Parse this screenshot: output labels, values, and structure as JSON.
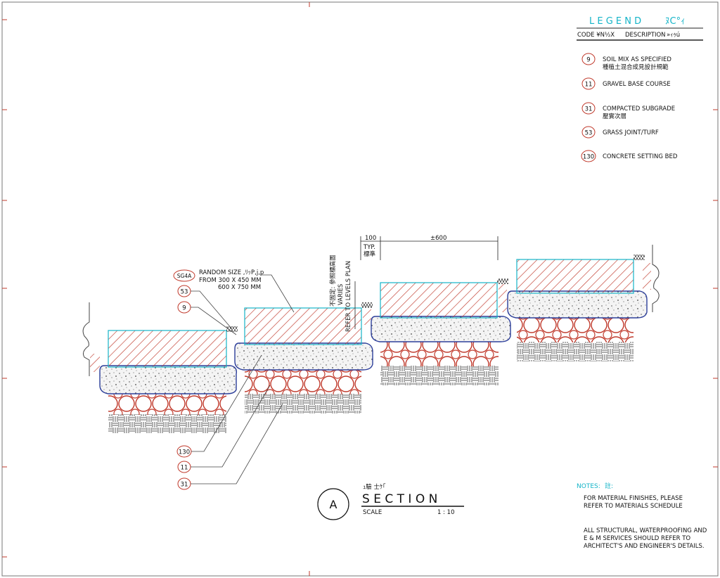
{
  "legend": {
    "title": "L E G E N D",
    "title_suffix": "ﾇC°ｨ",
    "code_header": "CODE ¥N½X",
    "desc_header": "DESCRIPTION",
    "desc_header_suffix": "»ｨｩú",
    "items": [
      {
        "code": "9",
        "line1": "SOIL MIX AS SPECIFIED",
        "line2": "種植土混合成見設計規範"
      },
      {
        "code": "11",
        "line1": "GRAVEL BASE COURSE",
        "line2": ""
      },
      {
        "code": "31",
        "line1": "COMPACTED SUBGRADE",
        "line2": "壓實次層"
      },
      {
        "code": "53",
        "line1": "GRASS JOINT/TURF",
        "line2": ""
      },
      {
        "code": "130",
        "line1": "CONCRETE SETTING BED",
        "line2": ""
      }
    ]
  },
  "callouts": {
    "sg4a": {
      "code": "SG4A",
      "line1": "RANDOM SIZE ,ﾘｯP,j,p",
      "line2": "FROM 300 X 450 MM",
      "line3": "600 X 750 MM"
    },
    "left_codes": [
      "53",
      "9",
      "130",
      "11",
      "31"
    ]
  },
  "vertical_note": {
    "line1": "不固定: 參照標高圖",
    "line2": "VARIES",
    "line3": "REFER TO LEVELS PLAN"
  },
  "dims": {
    "d100": "100",
    "typ": "TYP.",
    "typ_cn": "標準",
    "d600": "±600"
  },
  "section": {
    "letter": "A",
    "cn": "ｭ驗 士ｹ｢",
    "title": "S E C T I O N",
    "scale_label": "SCALE",
    "scale_value": "1 : 10"
  },
  "notes": {
    "title": "NOTES:",
    "title_cn": "註:",
    "note1_l1": "FOR MATERIAL FINISHES, PLEASE",
    "note1_l2": "REFER TO MATERIALS SCHEDULE",
    "note2_l1": "ALL STRUCTURAL, WATERPROOFING AND",
    "note2_l2": "E & M SERVICES SHOULD REFER TO",
    "note2_l3": "ARCHITECT'S AND ENGINEER'S DETAILS."
  },
  "colors": {
    "slab_hatch": "#c0392b",
    "outline": "#2c3e9a",
    "cyan": "#14b4c8",
    "line": "#222222"
  }
}
